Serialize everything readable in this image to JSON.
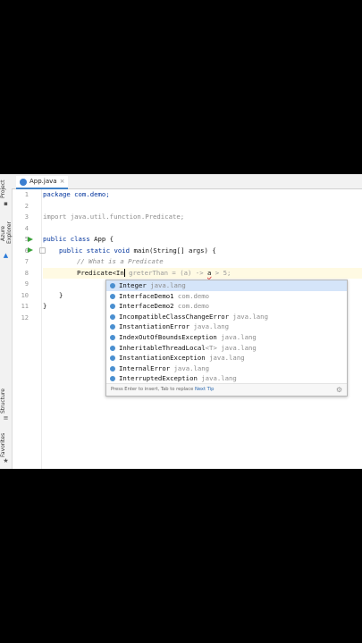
{
  "tab": {
    "filename": "App.java",
    "close": "×"
  },
  "toolwindows": {
    "project": "Project",
    "azure": "Azure Explorer",
    "structure": "Structure",
    "favorites": "Favorites"
  },
  "gutter": {
    "line_numbers": [
      "1",
      "2",
      "3",
      "4",
      "5",
      "6",
      "7",
      "8",
      "9",
      "10",
      "11",
      "12"
    ]
  },
  "code": {
    "l1": "package com.demo;",
    "l3": "import java.util.function.Predicate;",
    "l5_kw": "public class",
    "l5_rest": " App {",
    "l6_kw": "public static void",
    "l6_rest": " main(String[] args) {",
    "l7": "// What is a Predicate",
    "l8_typed": "Predicate<In",
    "l8_ghost": " greterThan = (a) -> ",
    "l8_a": "a",
    "l8_rest": " > 5;",
    "l10": "}",
    "l11": "}"
  },
  "completion": {
    "items": [
      {
        "name": "Integer",
        "pkg": "java.lang",
        "selected": true
      },
      {
        "name": "InterfaceDemo1",
        "pkg": "com.demo"
      },
      {
        "name": "InterfaceDemo2",
        "pkg": "com.demo"
      },
      {
        "name": "IncompatibleClassChangeError",
        "pkg": "java.lang"
      },
      {
        "name": "InstantiationError",
        "pkg": "java.lang"
      },
      {
        "name": "IndexOutOfBoundsException",
        "pkg": "java.lang"
      },
      {
        "name": "InheritableThreadLocal",
        "generic": "<T>",
        "pkg": "java.lang"
      },
      {
        "name": "InstantiationException",
        "pkg": "java.lang"
      },
      {
        "name": "InternalError",
        "pkg": "java.lang"
      },
      {
        "name": "InterruptedException",
        "pkg": "java.lang"
      }
    ],
    "footer_hint": "Press Enter to insert, Tab to replace",
    "footer_link": "Next Tip"
  }
}
